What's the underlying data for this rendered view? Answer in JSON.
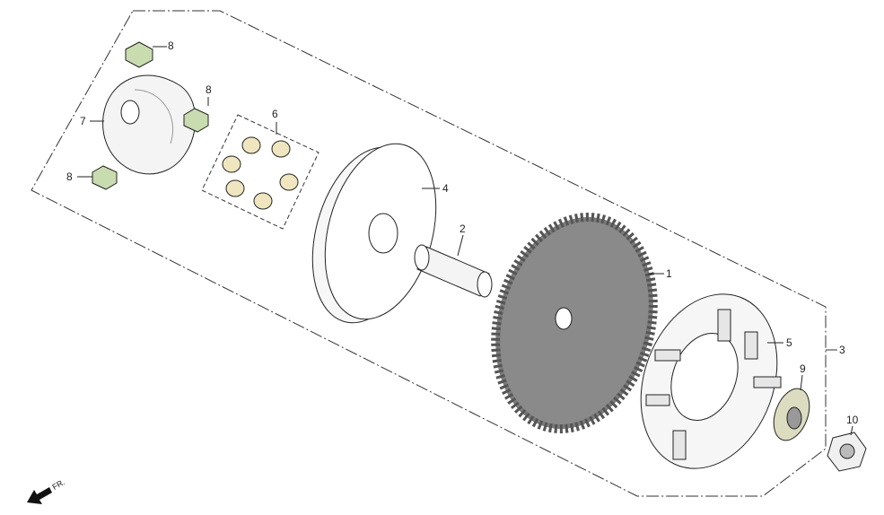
{
  "diagram": {
    "labels": {
      "p8a": "8",
      "p8b": "8",
      "p7": "7",
      "p8c": "8",
      "p6": "6",
      "p4": "4",
      "p2": "2",
      "p1": "1",
      "p5": "5",
      "p3": "3",
      "p9": "9",
      "p10": "10"
    },
    "direction_label": "FR.",
    "colors": {
      "gear": "#7a7a7a",
      "slider": "#c8dcb0",
      "outline": "#222222"
    }
  }
}
